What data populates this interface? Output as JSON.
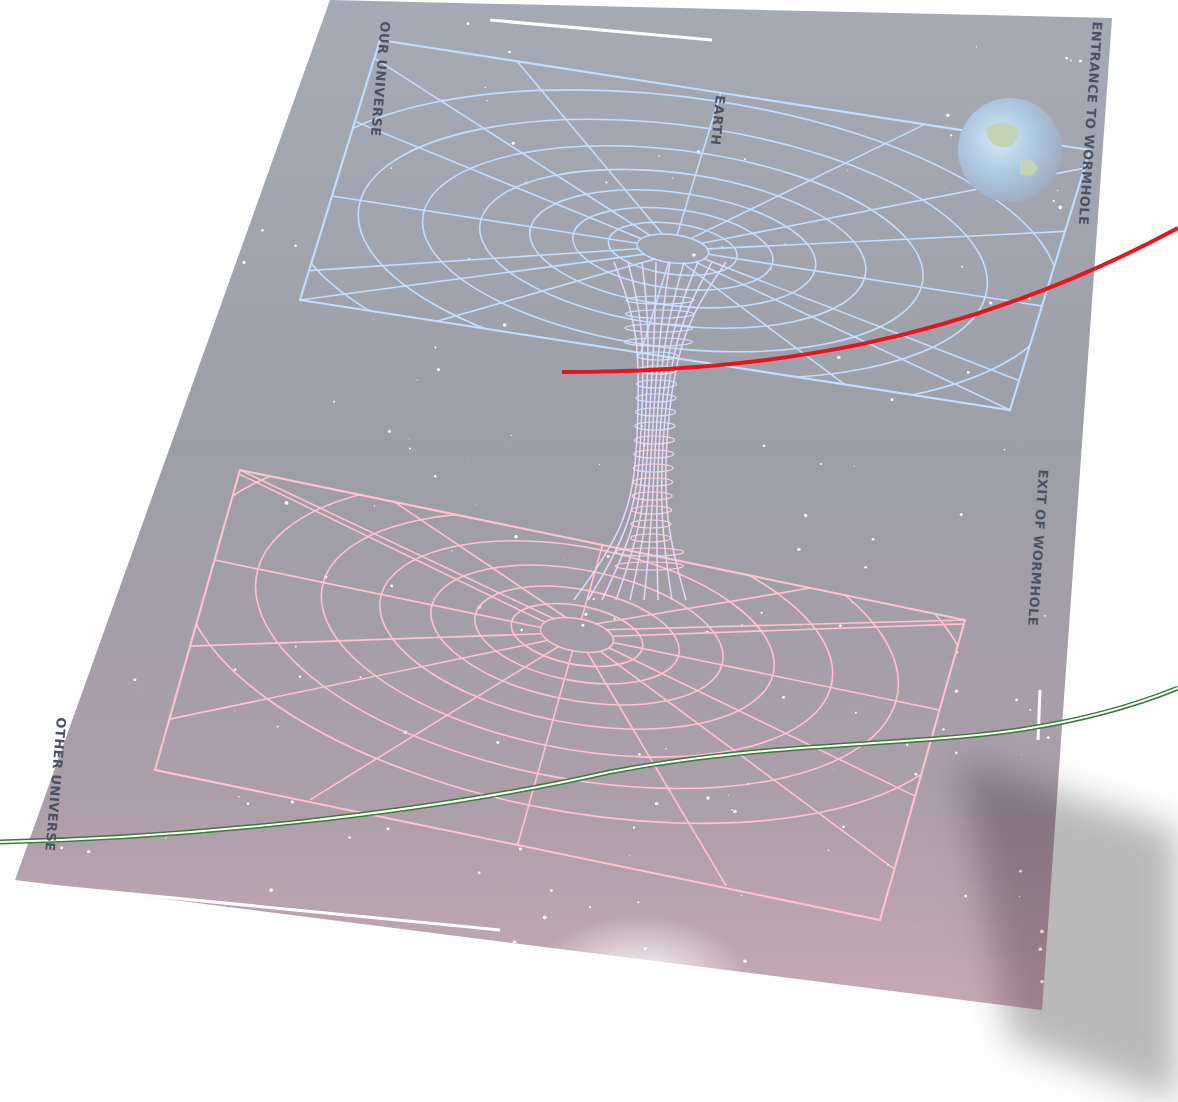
{
  "diagram": {
    "labels": [
      "OUR UNIVERSE",
      "EARTH",
      "ENTRANCE TO WORMHOLE",
      "EXIT OF WORMHOLE",
      "OTHER UNIVERSE"
    ]
  }
}
